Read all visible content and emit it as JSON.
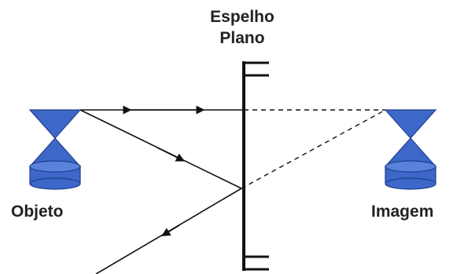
{
  "mirror": {
    "title_line1": "Espelho",
    "title_line2": "Plano"
  },
  "object": {
    "label": "Objeto",
    "color": "#3d67c9"
  },
  "image": {
    "label": "Imagem",
    "color": "#3d67c9"
  }
}
